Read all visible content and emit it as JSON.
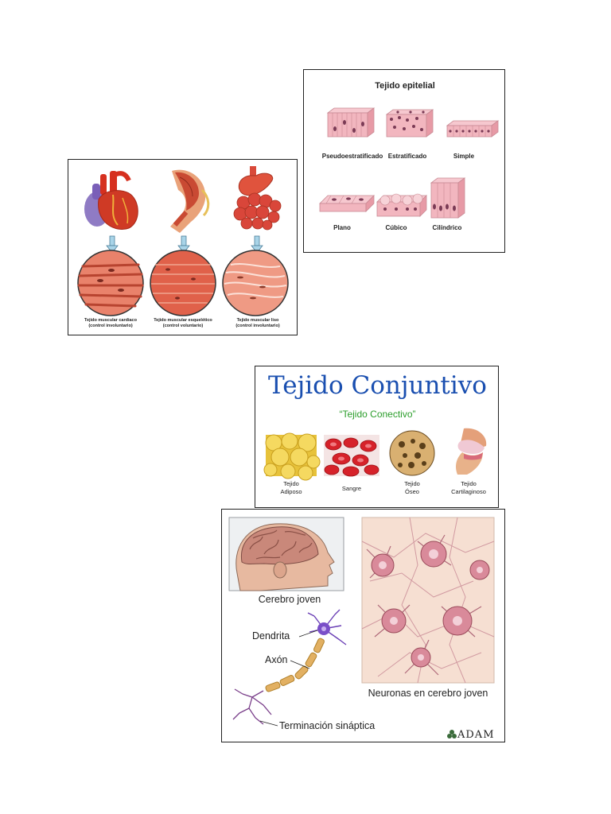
{
  "epithelial": {
    "title": "Tejido epitelial",
    "types": [
      {
        "label": "Pseudoestratificado",
        "icon": "pseudostratified-tissue-icon"
      },
      {
        "label": "Estratificado",
        "icon": "stratified-tissue-icon"
      },
      {
        "label": "Simple",
        "icon": "simple-tissue-icon"
      },
      {
        "label": "Plano",
        "icon": "squamous-tissue-icon"
      },
      {
        "label": "Cúbico",
        "icon": "cuboidal-tissue-icon"
      },
      {
        "label": "Cilíndrico",
        "icon": "columnar-tissue-icon"
      }
    ]
  },
  "muscle": {
    "types": [
      {
        "label_line1": "Tejido muscular cardiaco",
        "label_line2": "(control involuntario)",
        "organ": "heart-icon"
      },
      {
        "label_line1": "Tejido muscular esquelético",
        "label_line2": "(control voluntario)",
        "organ": "arm-muscle-icon"
      },
      {
        "label_line1": "Tejido muscular liso",
        "label_line2": "(control involuntario)",
        "organ": "stomach-intestine-icon"
      }
    ]
  },
  "connective": {
    "title": "Tejido Conjuntivo",
    "subtitle": "“Tejido Conectivo”",
    "types": [
      {
        "label_line1": "Tejido",
        "label_line2": "Adiposo",
        "icon": "adipose-tissue-icon"
      },
      {
        "label_line1": "Sangre",
        "label_line2": "",
        "icon": "blood-cells-icon"
      },
      {
        "label_line1": "Tejido",
        "label_line2": "Óseo",
        "icon": "bone-tissue-icon"
      },
      {
        "label_line1": "Tejido",
        "label_line2": "Cartilaginoso",
        "icon": "cartilage-knee-icon"
      }
    ]
  },
  "nervous": {
    "brain_caption": "Cerebro joven",
    "neurons_caption": "Neuronas en cerebro joven",
    "dendrite_label": "Dendrita",
    "axon_label": "Axón",
    "terminal_label": "Terminación sináptica",
    "logo": "ADAM"
  },
  "colors": {
    "connective_title": "#1a4fb0",
    "connective_subtitle": "#2a9d2a",
    "muscle_red": "#c9503a",
    "tissue_pink": "#f2b6bf",
    "neuron_purple": "#6a3fb5"
  }
}
